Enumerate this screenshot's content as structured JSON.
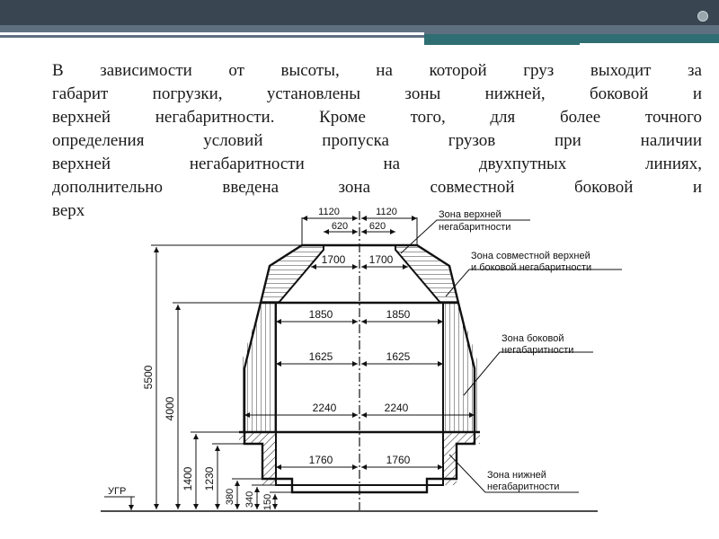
{
  "slide": {
    "paragraph_lines": [
      "В зависимости от высоты, на которой груз выходит за",
      "габарит погрузки, установлены зоны нижней, боковой и",
      "верхней негабаритности. Кроме того, для более точного",
      "определения условий пропуска грузов при наличии",
      "верхней негабаритности на двухпутных линиях,",
      "дополнительно введена зона совместной боковой и",
      "верх"
    ]
  },
  "diagram": {
    "zone_labels": {
      "upper_1": "Зона верхней",
      "upper_2": "негабаритности",
      "combined_1": "Зона совместной верхней",
      "combined_2": "и боковой негабаритности",
      "side_1": "Зона боковой",
      "side_2": "негабаритности",
      "lower_1": "Зона нижней",
      "lower_2": "негабаритности"
    },
    "half_widths": {
      "top_outer_left": "1120",
      "top_outer_right": "1120",
      "top_inner_left": "620",
      "top_inner_right": "620",
      "w1700_left": "1700",
      "w1700_right": "1700",
      "w1850_left": "1850",
      "w1850_right": "1850",
      "w1625_left": "1625",
      "w1625_right": "1625",
      "w2240_left": "2240",
      "w2240_right": "2240",
      "w1760_left": "1760",
      "w1760_right": "1760"
    },
    "heights": {
      "h5500": "5500",
      "h4000": "4000",
      "h1400": "1400",
      "h1230": "1230",
      "h380": "380",
      "h340": "340",
      "h150": "150"
    },
    "rail_level": "УГР"
  }
}
